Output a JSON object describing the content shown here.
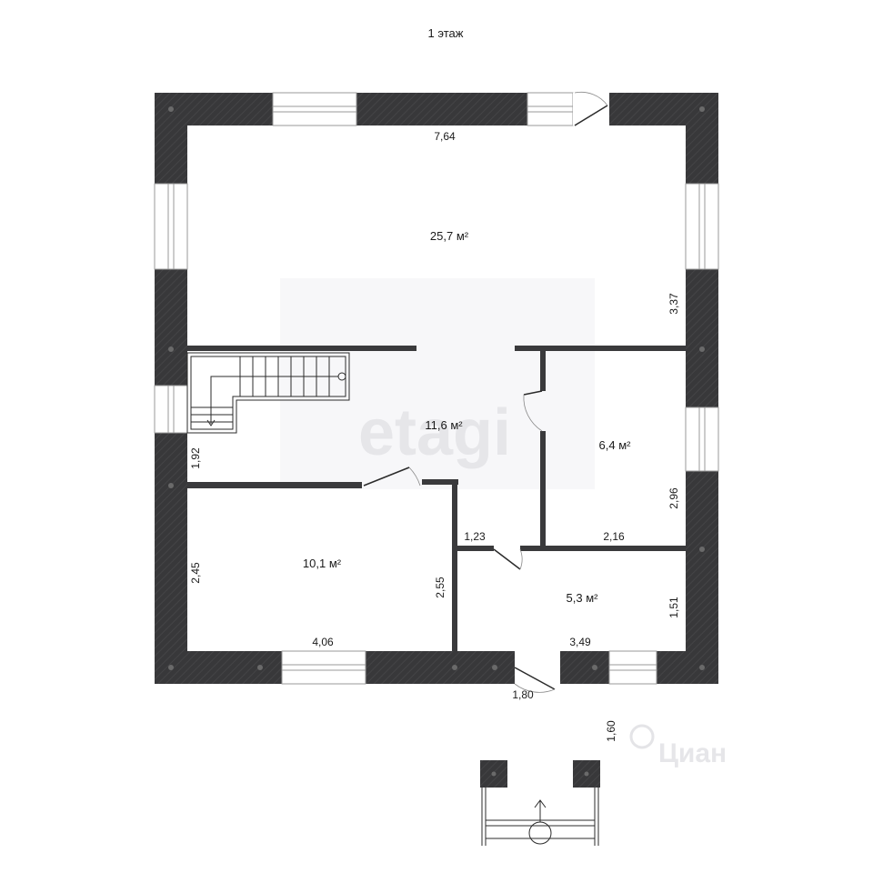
{
  "plan": {
    "title": "1 этаж",
    "rooms": [
      {
        "id": "living",
        "area": "25,7 м²"
      },
      {
        "id": "hall",
        "area": "11,6 м²"
      },
      {
        "id": "room-right",
        "area": "6,4 м²"
      },
      {
        "id": "room-left",
        "area": "10,1 м²"
      },
      {
        "id": "room-bottom-right",
        "area": "5,3 м²"
      }
    ],
    "dimensions": {
      "top_width": "7,64",
      "right_upper": "3,37",
      "stair_height": "1,92",
      "room_right_height": "2,96",
      "room_right_width": "2,16",
      "passage": "1,23",
      "left_height": "2,45",
      "left_inner": "2,55",
      "left_width": "4,06",
      "bottom_right_height": "1,51",
      "bottom_right_width": "3,49",
      "entrance_width": "1,80",
      "porch_depth": "1,60"
    },
    "colors": {
      "wall": "#3a3a3c",
      "line": "#2b2b2b",
      "window": "#ffffff"
    }
  },
  "watermark": {
    "center": "etagi",
    "corner": "Циан"
  }
}
